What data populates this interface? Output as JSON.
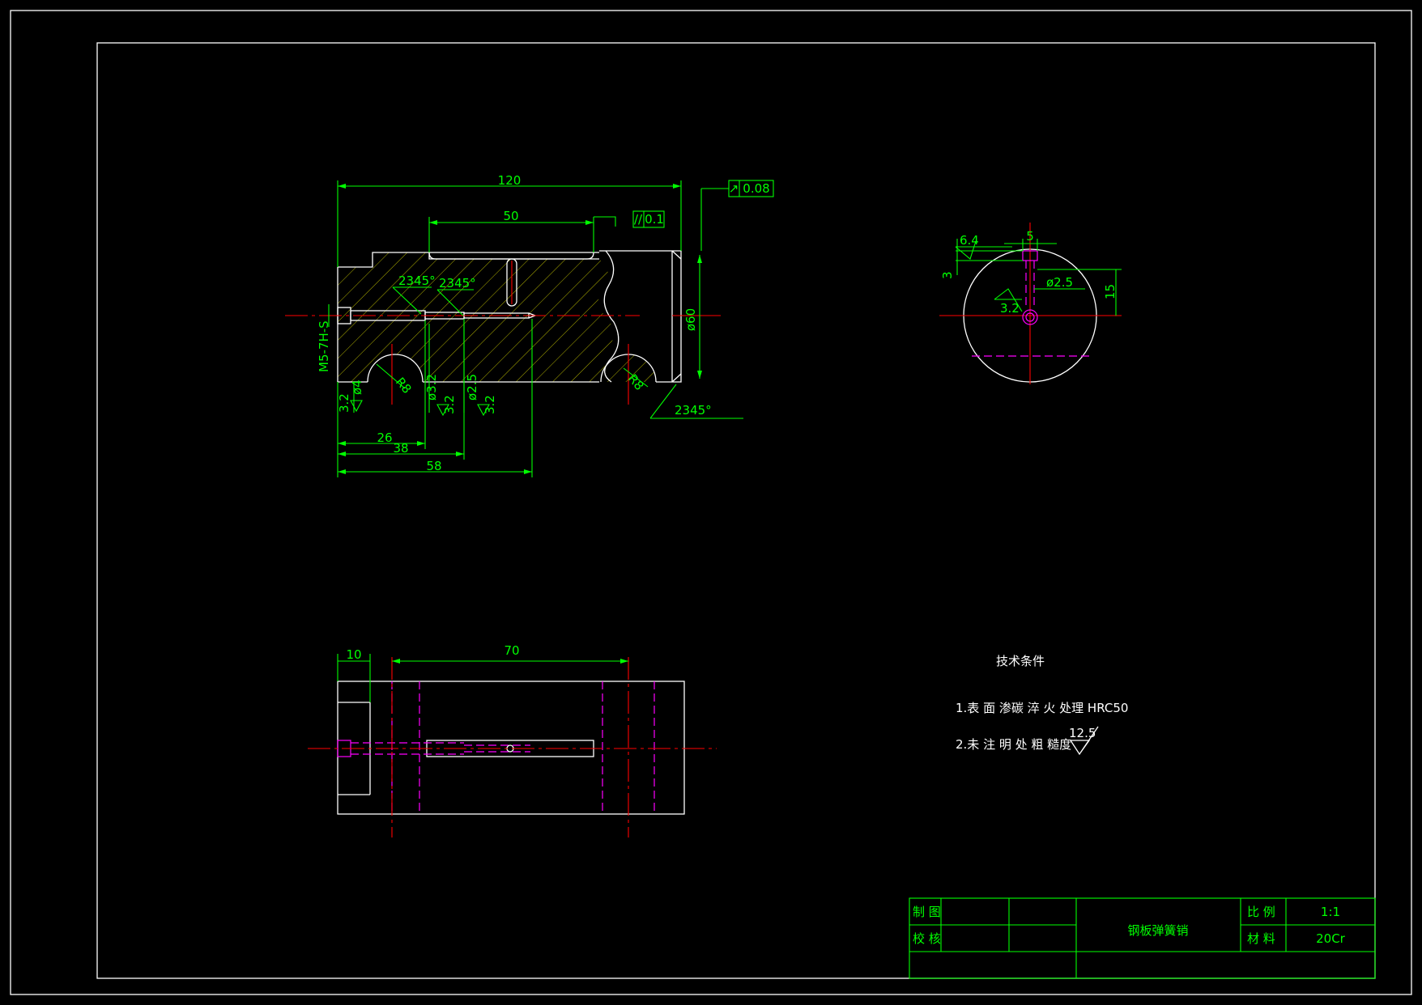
{
  "drawing": {
    "title": "钢板弹簧销",
    "title_block": {
      "drawn_label": "制 图",
      "checked_label": "校 核",
      "scale_label": "比 例",
      "scale_value": "1:1",
      "material_label": "材 料",
      "material_value": "20Cr"
    },
    "tech_requirements": {
      "heading": "技术条件",
      "item1": "1.表 面 渗碳 淬 火 处理 HRC50",
      "item2": "2.未 注 明 处 粗 糙度",
      "item2_roughness": "12.5"
    },
    "front_view": {
      "dim_overall": "120",
      "dim_groove": "50",
      "tol_parallel": "0.1",
      "tol_runout": "0.08",
      "dim_diameter": "ø60",
      "dim_radius_left": "R8",
      "dim_radius_right": "R8",
      "thread": "M5-7H-S",
      "dim_26": "26",
      "dim_38": "38",
      "dim_58": "58",
      "hole_d4": "ø4",
      "hole_d32": "ø3.2",
      "hole_d25": "ø2.5",
      "roughness_32_a": "3.2",
      "roughness_32_b": "3.2",
      "roughness_32_c": "3.2",
      "chamfer_note_a": "2345°",
      "chamfer_note_b": "2345°",
      "chamfer_note_big": "2345°"
    },
    "side_view": {
      "dim_64": "6.4",
      "dim_5": "5",
      "dim_3": "3",
      "dim_15": "15",
      "dim_d25": "ø2.5",
      "roughness": "3.2"
    },
    "top_view": {
      "dim_10": "10",
      "dim_70": "70"
    }
  }
}
